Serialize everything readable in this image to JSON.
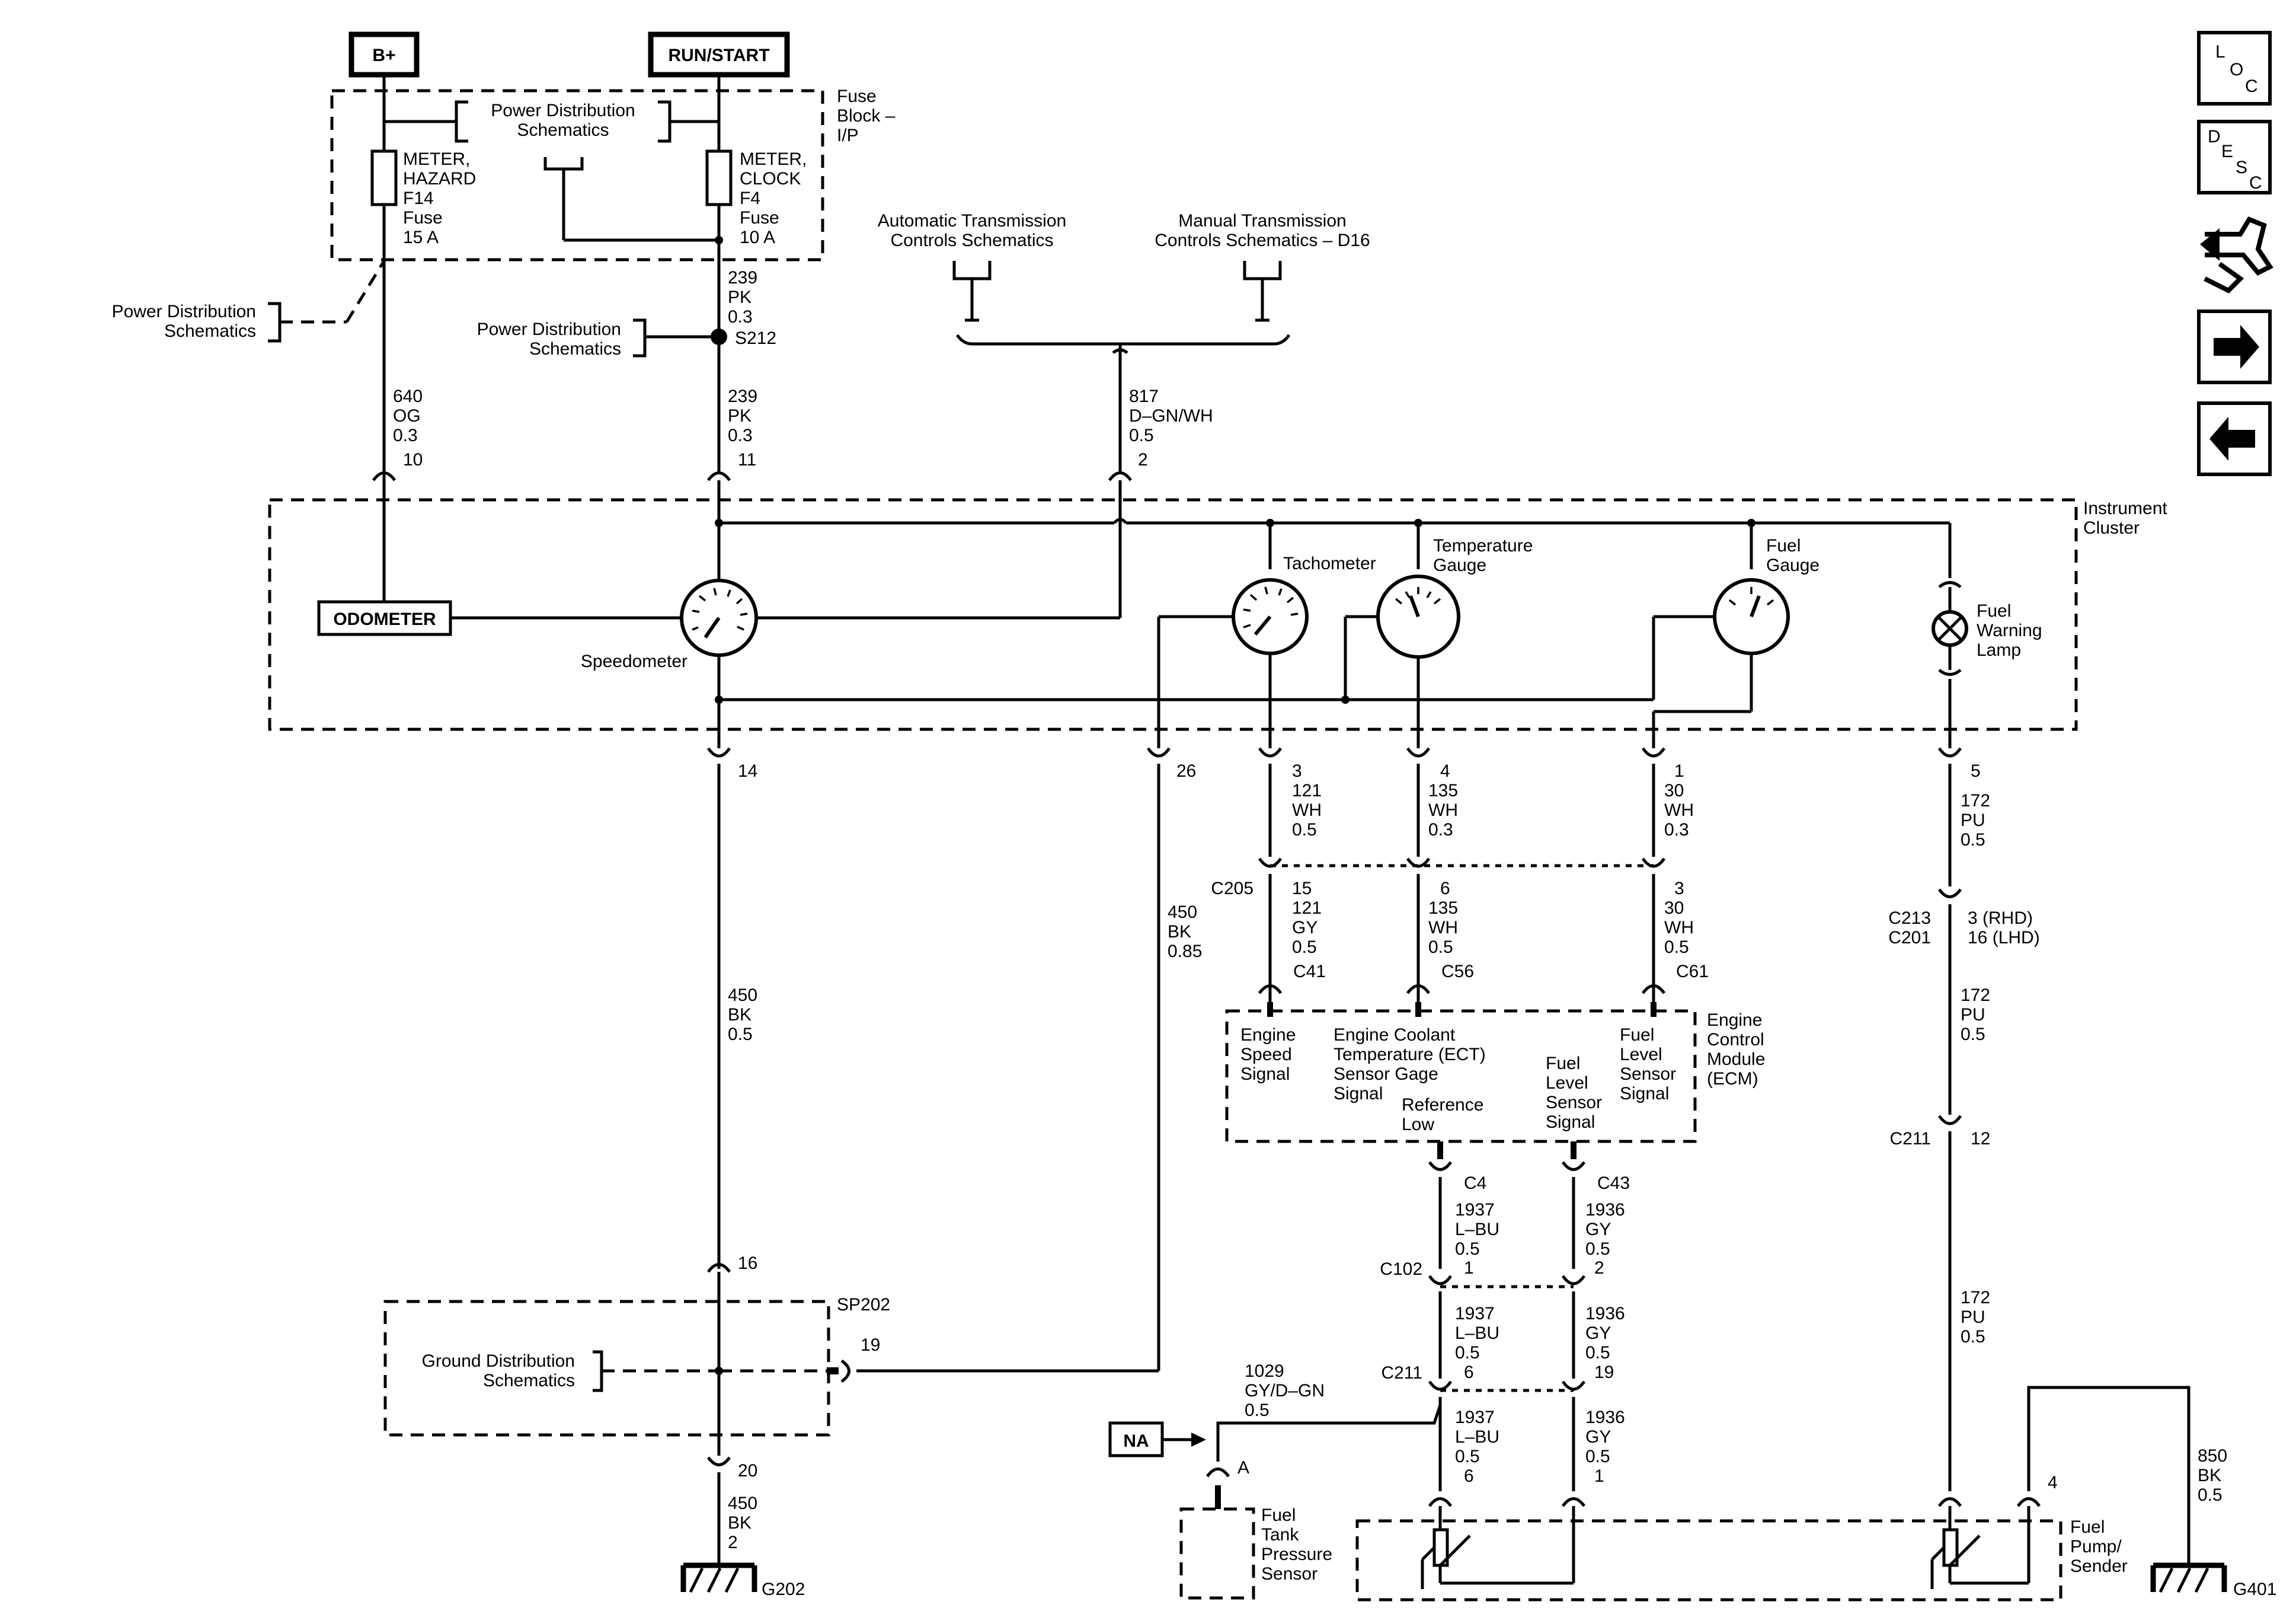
{
  "power": {
    "bplus": "B+",
    "runstart": "RUN/START"
  },
  "fuse_block": {
    "label": [
      "Fuse",
      "Block –",
      "I/P"
    ],
    "power_dist": [
      "Power Distribution",
      "Schematics"
    ],
    "f14": [
      "METER,",
      "HAZARD",
      "F14",
      "Fuse",
      "15 A"
    ],
    "f4": [
      "METER,",
      "CLOCK",
      "F4",
      "Fuse",
      "10 A"
    ]
  },
  "refs": {
    "power_dist_left": [
      "Power Distribution",
      "Schematics"
    ],
    "power_dist_s212": [
      "Power Distribution",
      "Schematics"
    ],
    "auto_trans": [
      "Automatic Transmission",
      "Controls Schematics"
    ],
    "manual_trans": [
      "Manual Transmission",
      "Controls Schematics – D16"
    ],
    "ground_dist": [
      "Ground Distribution",
      "Schematics"
    ]
  },
  "splices": {
    "s212": "S212",
    "sp202": "SP202"
  },
  "wires": {
    "w239a": [
      "239",
      "PK",
      "0.3"
    ],
    "w239b": [
      "239",
      "PK",
      "0.3"
    ],
    "w640": [
      "640",
      "OG",
      "0.3"
    ],
    "w817": [
      "817",
      "D–GN/WH",
      "0.5"
    ],
    "w450a": [
      "450",
      "BK",
      "0.5"
    ],
    "w450b": [
      "450",
      "BK",
      "0.85"
    ],
    "w450c": [
      "450",
      "BK",
      "2"
    ],
    "w121a": [
      "121",
      "WH",
      "0.5"
    ],
    "w121b": [
      "121",
      "GY",
      "0.5"
    ],
    "w135a": [
      "135",
      "WH",
      "0.3"
    ],
    "w135b": [
      "135",
      "WH",
      "0.5"
    ],
    "w30a": [
      "30",
      "WH",
      "0.3"
    ],
    "w30b": [
      "30",
      "WH",
      "0.5"
    ],
    "w172a": [
      "172",
      "PU",
      "0.5"
    ],
    "w172b": [
      "172",
      "PU",
      "0.5"
    ],
    "w172c": [
      "172",
      "PU",
      "0.5"
    ],
    "w1937a": [
      "1937",
      "L–BU",
      "0.5"
    ],
    "w1937b": [
      "1937",
      "L–BU",
      "0.5"
    ],
    "w1937c": [
      "1937",
      "L–BU",
      "0.5"
    ],
    "w1936a": [
      "1936",
      "GY",
      "0.5"
    ],
    "w1936b": [
      "1936",
      "GY",
      "0.5"
    ],
    "w1936c": [
      "1936",
      "GY",
      "0.5"
    ],
    "w1029": [
      "1029",
      "GY/D–GN",
      "0.5"
    ],
    "w850": [
      "850",
      "BK",
      "0.5"
    ]
  },
  "pins": {
    "p10": "10",
    "p11": "11",
    "p2": "2",
    "p14": "14",
    "p26": "26",
    "p3": "3",
    "p4": "4",
    "p1": "1",
    "p5": "5",
    "p15": "15",
    "p6": "6",
    "p3b": "3",
    "p3rhd": "3 (RHD)",
    "p16lhd": "16 (LHD)",
    "p12": "12",
    "p16": "16",
    "p19": "19",
    "p20": "20",
    "p1c102": "1",
    "p2c102": "2",
    "p6c211": "6",
    "p19c211": "19",
    "p6b": "6",
    "p1b": "1",
    "pA": "A",
    "p4b": "4"
  },
  "connectors": {
    "c205": "C205",
    "c41": "C41",
    "c56": "C56",
    "c61": "C61",
    "c213": "C213",
    "c201": "C201",
    "c211a": "C211",
    "c4": "C4",
    "c43": "C43",
    "c102": "C102",
    "c211b": "C211"
  },
  "cluster": {
    "label": [
      "Instrument",
      "Cluster"
    ],
    "odometer": "ODOMETER",
    "speedometer": "Speedometer",
    "tachometer": "Tachometer",
    "temp_gauge": [
      "Temperature",
      "Gauge"
    ],
    "fuel_gauge": [
      "Fuel",
      "Gauge"
    ],
    "fuel_lamp": [
      "Fuel",
      "Warning",
      "Lamp"
    ]
  },
  "ecm": {
    "label": [
      "Engine",
      "Control",
      "Module",
      "(ECM)"
    ],
    "speed": [
      "Engine",
      "Speed",
      "Signal"
    ],
    "ect": [
      "Engine Coolant",
      "Temperature (ECT)",
      "Sensor Gage",
      "Signal"
    ],
    "ref_low": [
      "Reference",
      "Low"
    ],
    "fuel_level_1": [
      "Fuel",
      "Level",
      "Sensor",
      "Signal"
    ],
    "fuel_level_2": [
      "Fuel",
      "Level",
      "Sensor",
      "Signal"
    ]
  },
  "bottom": {
    "na": "NA",
    "ftp": [
      "Fuel",
      "Tank",
      "Pressure",
      "Sensor"
    ],
    "pump": [
      "Fuel",
      "Pump/",
      "Sender"
    ],
    "g202": "G202",
    "g401": "G401"
  },
  "nav": {
    "loc": [
      "L",
      "O",
      "C"
    ],
    "desc": [
      "D",
      "E",
      "S",
      "C"
    ]
  }
}
